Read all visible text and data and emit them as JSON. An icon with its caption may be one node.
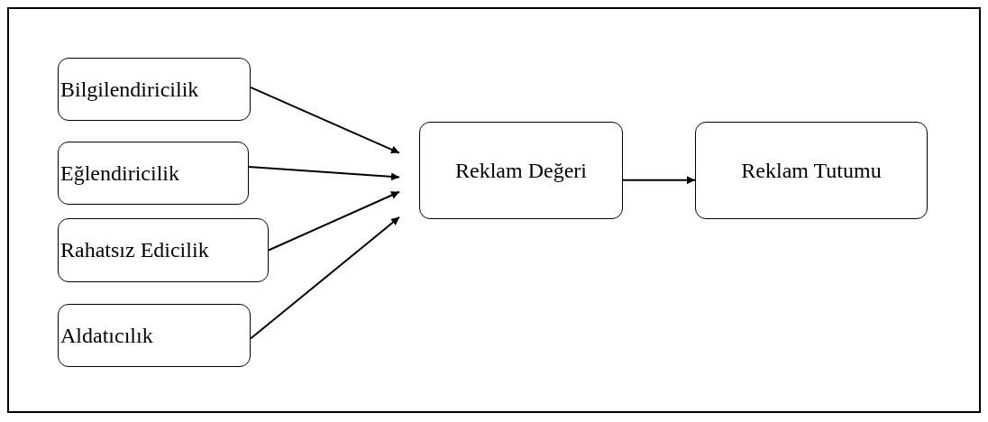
{
  "diagram": {
    "nodes": [
      {
        "text": [
          "Bilgilendiricilik"
        ]
      },
      {
        "text": [
          "Eğlendiricilik"
        ]
      },
      {
        "text": [
          "Rahatsız Edicilik"
        ]
      },
      {
        "text": [
          "Aldatıcılık"
        ]
      },
      {
        "text": [
          "Reklam Değeri"
        ]
      },
      {
        "text": [
          "Reklam Tutumu"
        ]
      }
    ],
    "edges": [
      {
        "from": 0,
        "to": 4,
        "arrow": "to"
      },
      {
        "from": 1,
        "to": 4,
        "arrow": "to"
      },
      {
        "from": 2,
        "to": 4,
        "arrow": "to"
      },
      {
        "from": 3,
        "to": 4,
        "arrow": "to"
      },
      {
        "from": 4,
        "to": 5,
        "arrow": "to"
      }
    ]
  }
}
